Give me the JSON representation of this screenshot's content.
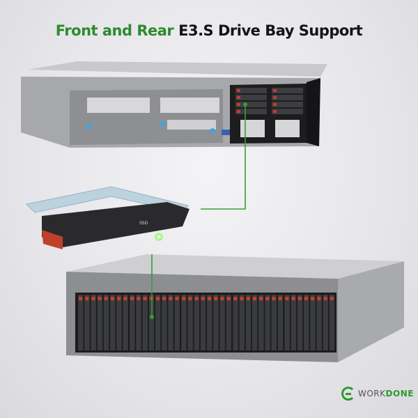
{
  "title": {
    "highlight": "Front and Rear",
    "rest": "E3.S Drive Bay Support"
  },
  "drive_label": "SSD",
  "logo": {
    "prefix": "WORK",
    "suffix": "DONE"
  },
  "colors": {
    "accent": "#2e8b2e",
    "line": "#3a9a3a"
  }
}
